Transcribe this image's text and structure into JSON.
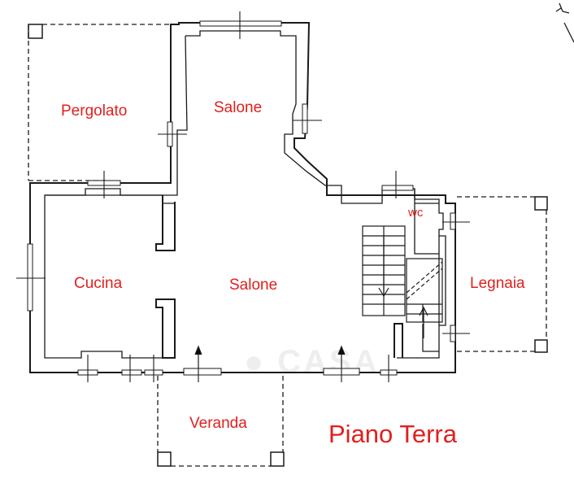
{
  "rooms": {
    "pergolato": "Pergolato",
    "salone_top": "Salone",
    "salone_main": "Salone",
    "cucina": "Cucina",
    "wc": "wc",
    "legnaia": "Legnaia",
    "veranda": "Veranda"
  },
  "floor_title": "Piano Terra",
  "colors": {
    "label": "#e0201e",
    "lines": "#1a1a1a"
  },
  "icons": [
    "compass-icon",
    "stair-arrow-icon",
    "entrance-arrow-icon"
  ]
}
